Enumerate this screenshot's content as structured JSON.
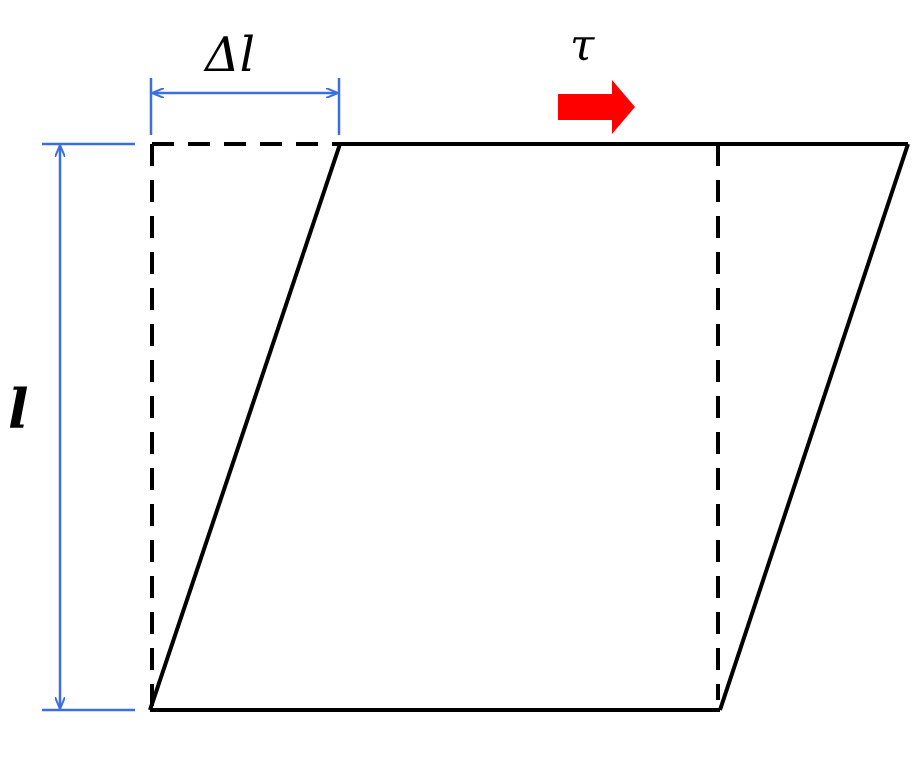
{
  "labels": {
    "delta_length": "Δl",
    "shear_stress": "τ",
    "length": "l"
  },
  "colors": {
    "outline": "#000000",
    "dimension": "#3b6fe0",
    "force_arrow": "#ff0000"
  }
}
